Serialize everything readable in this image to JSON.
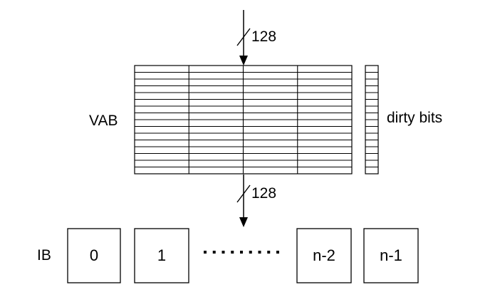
{
  "top_bus": {
    "width_label": "128"
  },
  "vab": {
    "label": "VAB",
    "rows": 16,
    "columns": 4
  },
  "dirty_bits": {
    "label": "dirty bits"
  },
  "bottom_bus": {
    "width_label": "128"
  },
  "ib": {
    "label": "IB",
    "boxes": [
      "0",
      "1",
      "n-2",
      "n-1"
    ],
    "ellipsis_dots": 9
  }
}
